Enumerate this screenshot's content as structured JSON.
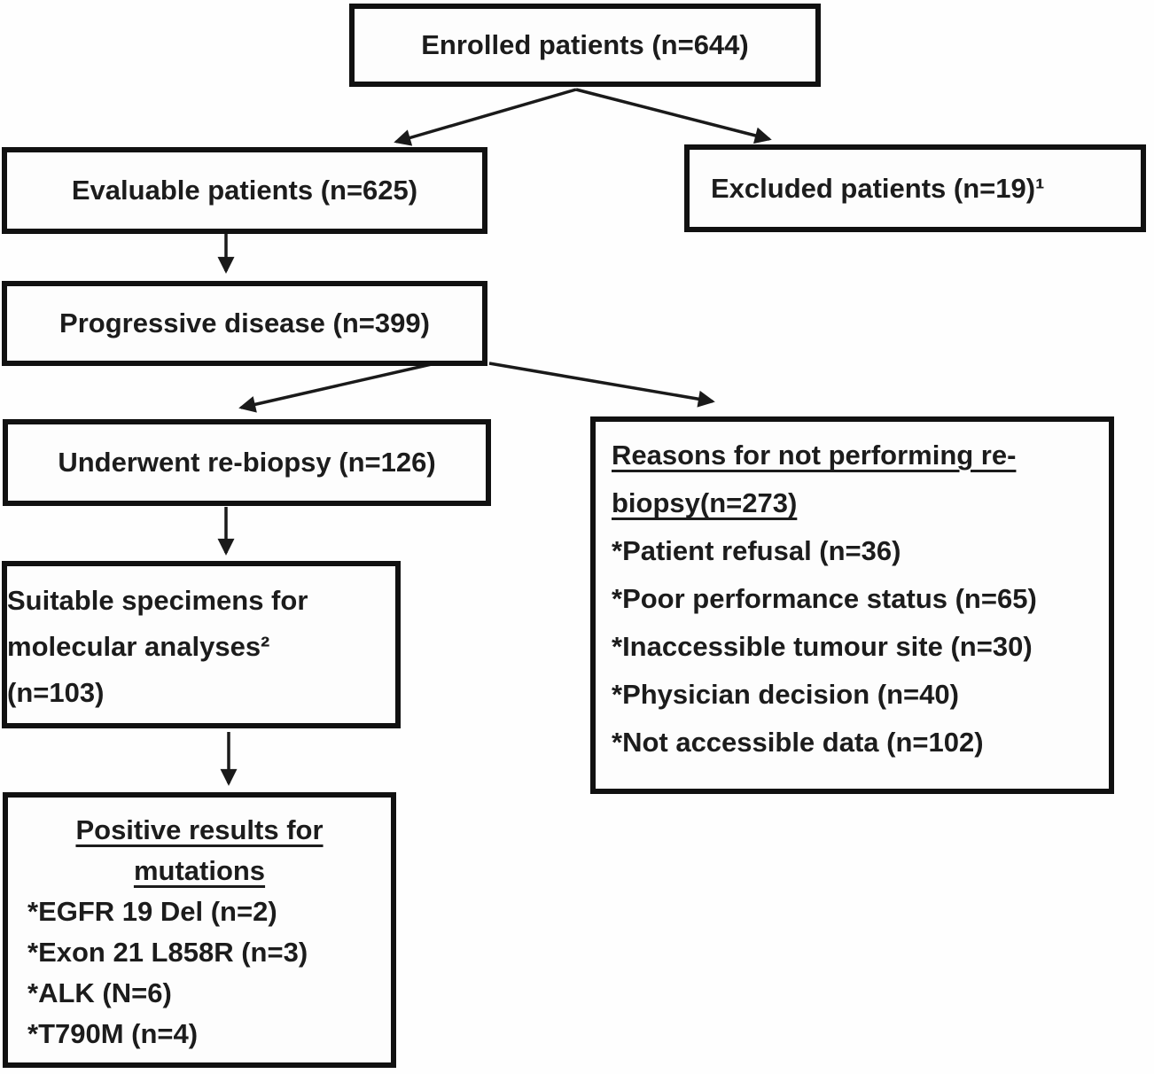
{
  "diagram": {
    "nodes": {
      "enrolled": {
        "label": "Enrolled patients (n=644)"
      },
      "evaluable": {
        "label": "Evaluable patients (n=625)"
      },
      "excluded": {
        "label": "Excluded patients (n=19)¹"
      },
      "progressive": {
        "label": "Progressive disease (n=399)"
      },
      "underwent": {
        "label": "Underwent re-biopsy (n=126)"
      },
      "reasons": {
        "heading_line1": "Reasons for not performing re-",
        "heading_line2": "biopsy(n=273)",
        "items": [
          "*Patient refusal (n=36)",
          "*Poor performance status (n=65)",
          "*Inaccessible tumour site (n=30)",
          "*Physician decision (n=40)",
          "*Not accessible data (n=102)"
        ]
      },
      "suitable": {
        "line1": "Suitable specimens for",
        "line2": "molecular analyses²",
        "line3": "(n=103)"
      },
      "positive": {
        "heading_line1": "Positive results for",
        "heading_line2": "mutations",
        "items": [
          "*EGFR 19 Del (n=2)",
          "*Exon 21 L858R (n=3)",
          "*ALK (N=6)",
          "*T790M (n=4)"
        ]
      }
    },
    "colors": {
      "box_border": "#111111",
      "text": "#1c1c1c",
      "arrow": "#1a1a1a",
      "background": "#fefefe"
    }
  }
}
